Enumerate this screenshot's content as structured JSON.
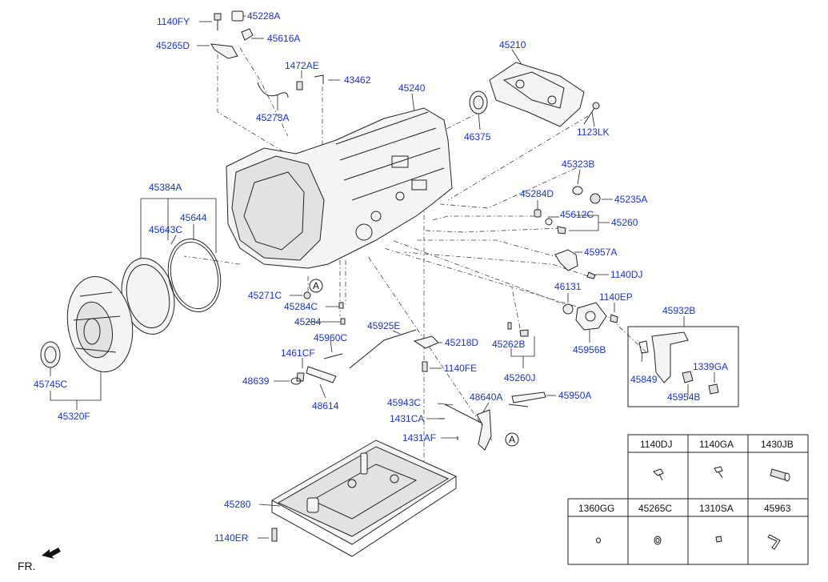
{
  "labels": {
    "l1140FY": "1140FY",
    "l45228A": "45228A",
    "l45616A": "45616A",
    "l45265D": "45265D",
    "l1472AE": "1472AE",
    "l43462": "43462",
    "l45273A": "45273A",
    "l45240": "45240",
    "l45210": "45210",
    "l46375": "46375",
    "l1123LK": "1123LK",
    "l45323B": "45323B",
    "l45284D": "45284D",
    "l45235A": "45235A",
    "l45612C": "45612C",
    "l45260": "45260",
    "l45957A": "45957A",
    "l1140DJ": "1140DJ",
    "l46131": "46131",
    "l1140EP": "1140EP",
    "l45932B": "45932B",
    "l45956B": "45956B",
    "l45849": "45849",
    "l1339GA": "1339GA",
    "l45954B": "45954B",
    "l45384A": "45384A",
    "l45644": "45644",
    "l45643C": "45643C",
    "l45745C": "45745C",
    "l45320F": "45320F",
    "l45271C": "45271C",
    "l45284C": "45284C",
    "l45284": "45284",
    "l45925E": "45925E",
    "l45218D": "45218D",
    "l45262B": "45262B",
    "l45960C": "45960C",
    "l1461CF": "1461CF",
    "l1140FE": "1140FE",
    "l45260J": "45260J",
    "l48639": "48639",
    "l48614": "48614",
    "l45943C": "45943C",
    "l48640A": "48640A",
    "l45950A": "45950A",
    "l1431CA": "1431CA",
    "l1431AF": "1431AF",
    "l45280": "45280",
    "l1140ER": "1140ER",
    "callout_a": "A",
    "fr": "FR."
  },
  "parts_table": {
    "row1": [
      "1140DJ",
      "1140GA",
      "1430JB"
    ],
    "row2": [
      "1360GG",
      "45265C",
      "1310SA",
      "45963"
    ]
  },
  "colors": {
    "label": "#1a35c9",
    "line": "#222222"
  }
}
